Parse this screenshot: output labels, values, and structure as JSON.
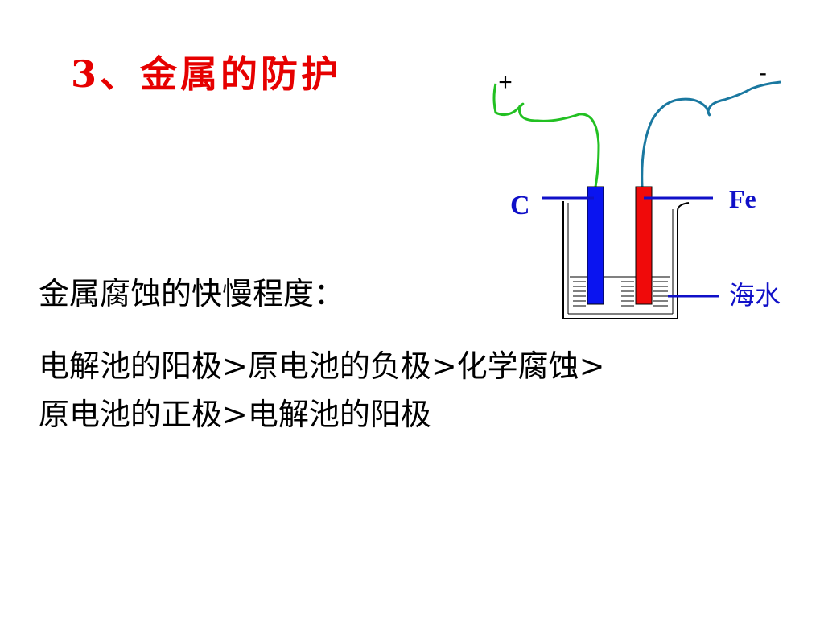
{
  "title": "3、金属的防护",
  "corrosion_heading": "金属腐蚀的快慢程度：",
  "corrosion_order_line1": "电解池的阳极>原电池的负极>化学腐蚀>",
  "corrosion_order_line2": "原电池的正极>电解池的阳极",
  "diagram": {
    "plus_sign": "+",
    "minus_sign": "-",
    "electrode_left_label": "C",
    "electrode_right_label": "Fe",
    "solution_label": "海水",
    "colors": {
      "carbon_electrode": "#0a14f0",
      "iron_electrode": "#f00a0a",
      "positive_wire": "#22c022",
      "negative_wire": "#1a78a0",
      "label_blue": "#1010c8"
    }
  }
}
